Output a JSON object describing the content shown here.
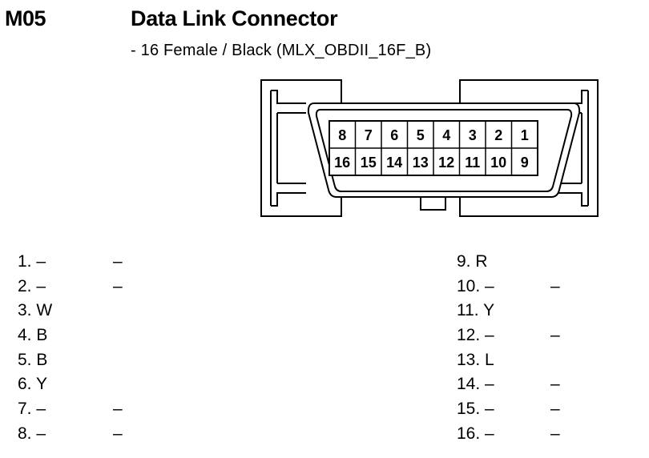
{
  "header": {
    "code": "M05",
    "title": "Data Link Connector",
    "subtitle": "- 16 Female / Black (MLX_OBDII_16F_B)"
  },
  "connector": {
    "top_row": [
      "8",
      "7",
      "6",
      "5",
      "4",
      "3",
      "2",
      "1"
    ],
    "bottom_row": [
      "16",
      "15",
      "14",
      "13",
      "12",
      "11",
      "10",
      "9"
    ]
  },
  "pins_left": [
    {
      "label": "1. –",
      "extra": "–"
    },
    {
      "label": "2. –",
      "extra": "–"
    },
    {
      "label": "3. W",
      "extra": ""
    },
    {
      "label": "4. B",
      "extra": ""
    },
    {
      "label": "5. B",
      "extra": ""
    },
    {
      "label": "6. Y",
      "extra": ""
    },
    {
      "label": "7. –",
      "extra": "–"
    },
    {
      "label": "8. –",
      "extra": "–"
    }
  ],
  "pins_right": [
    {
      "label": "9. R",
      "extra": ""
    },
    {
      "label": "10. –",
      "extra": "–"
    },
    {
      "label": "11. Y",
      "extra": ""
    },
    {
      "label": "12. –",
      "extra": "–"
    },
    {
      "label": "13. L",
      "extra": ""
    },
    {
      "label": "14. –",
      "extra": "–"
    },
    {
      "label": "15. –",
      "extra": "–"
    },
    {
      "label": "16. –",
      "extra": "–"
    }
  ]
}
